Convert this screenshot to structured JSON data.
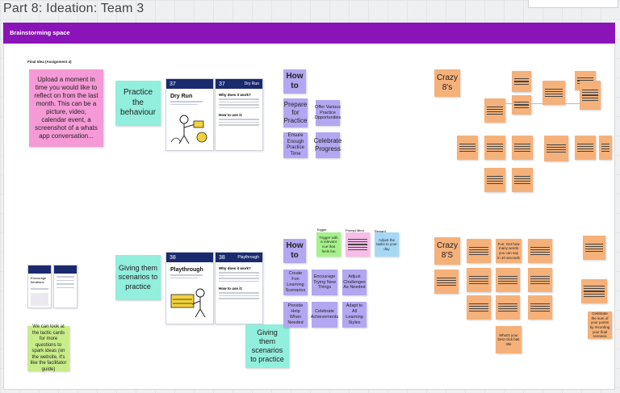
{
  "board": {
    "title": "Part 8: Ideation: Team 3",
    "frame_label": "Brainstorming space",
    "final_idea_label": "Final Idea (Assignment 4)"
  },
  "top_row": {
    "upload_note": "Upload a moment in time you would like to reflect on from the last month. This can be a picture, video, calendar event, a screenshot of a whats app conversation...",
    "practice_note": "Practice the behaviour",
    "card_left_num": "37",
    "card_left_title": "Dry Run",
    "card_right_num": "37",
    "card_right_title": "Dry Run",
    "card_right_sub": "Why does it work?",
    "card_right_sub2": "How to use it:",
    "how_to": "How to",
    "prepare": "Prepare for Practice",
    "offer": "Offer Various Practice Opportunities",
    "ensure": "Ensure Enough Practice Time",
    "celebrate": "Celebrate Progress",
    "crazy": "Crazy 8's"
  },
  "bottom_row": {
    "encourage_title": "Encourage Iterations",
    "tactic_note": "We can look at the tactic cards for more questions to spark ideas (on the website, it's like the facilitator guide)",
    "giving1": "Giving them scenarios to practice",
    "card_left_num": "38",
    "card_left_title": "Playthrough",
    "card_right_num": "38",
    "card_right_title": "Playthrough",
    "card_right_sub": "Why does it work?",
    "card_right_sub2": "How to use it:",
    "giving2": "Giving them scenarios to practice",
    "col_labels": [
      "Trigger",
      "Prompt Mind",
      "Reward"
    ],
    "how_to": "How to",
    "create_fun": "Create Fun Learning Scenarios",
    "encourage_new": "Encourage Trying New Things",
    "adjust": "Adjust Challenges As Needed",
    "provide": "Provide Help When Needed",
    "celebrate_ach": "Celebrate Achievements",
    "adapt": "Adapt to All Learning Styles",
    "crazy": "Crazy 8'S",
    "fun_fast": "Fun: Get how many words you can say in 10 seconds",
    "whats_best": "What's your best click bait title",
    "sticky_flow": "Trigger with a relevant cue that feels fun",
    "sticky_adjust": "Adjust the tasks to your day",
    "sticky_reward": "Celebrate the sum of your points by recording your final scenario"
  },
  "colors": {
    "header": "#8a14b8",
    "pink": "#f59ad6",
    "teal": "#92eedd",
    "purple": "#b3a7f1",
    "orange": "#f5b17a",
    "green": "#c9ec8a"
  }
}
